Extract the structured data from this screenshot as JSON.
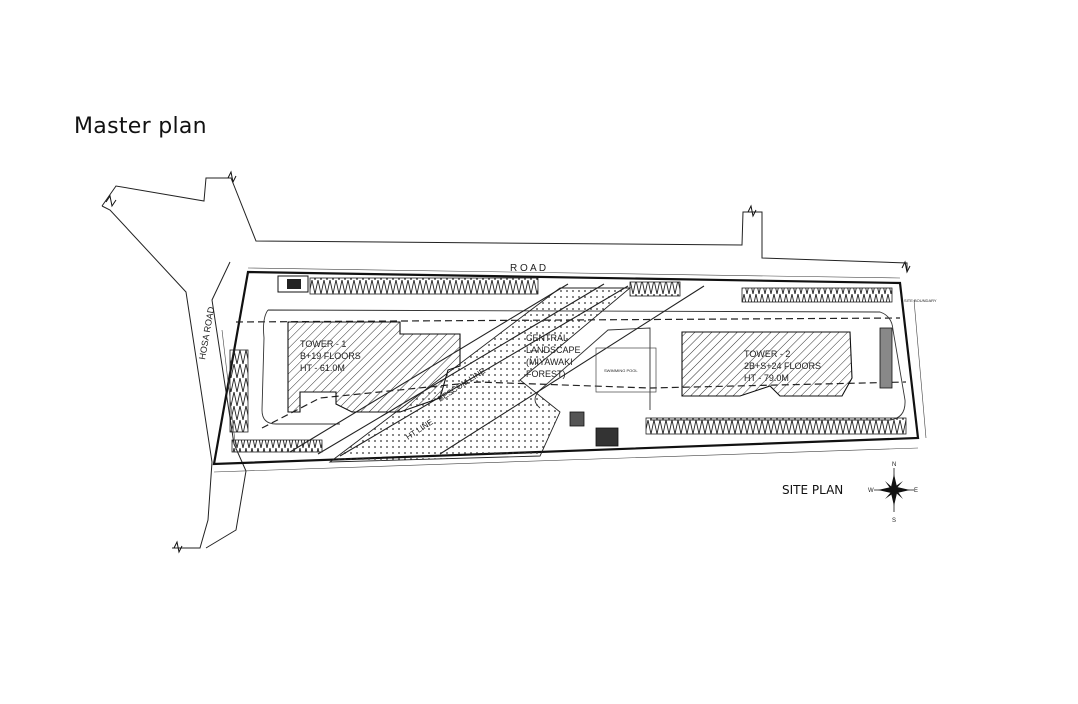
{
  "page": {
    "title": "Master plan",
    "site_plan_label": "SITE PLAN"
  },
  "roads": {
    "top_road": "R O A D",
    "side_road": "HOSA ROAD"
  },
  "tower_1": {
    "name": "TOWER - 1",
    "floors": "B+19 FLOORS",
    "height": "HT - 61.0M"
  },
  "tower_2": {
    "name": "TOWER - 2",
    "floors": "2B+S+24 FLOORS",
    "height": "HT - 79.0M"
  },
  "central_landscape": {
    "line1": "CENTRAL",
    "line2": "LANDSCAPE",
    "line3": "(MIYAWAKI",
    "line4": "FOREST)"
  },
  "corridor": {
    "label_a": "BESCOM LINE",
    "label_b": "HT LINE"
  },
  "annotations": {
    "swimming_pool": "SWIMMING POOL",
    "site_boundary": "SITE BOUNDARY"
  },
  "compass": {
    "n": "N",
    "s": "S",
    "e": "E",
    "w": "W"
  }
}
